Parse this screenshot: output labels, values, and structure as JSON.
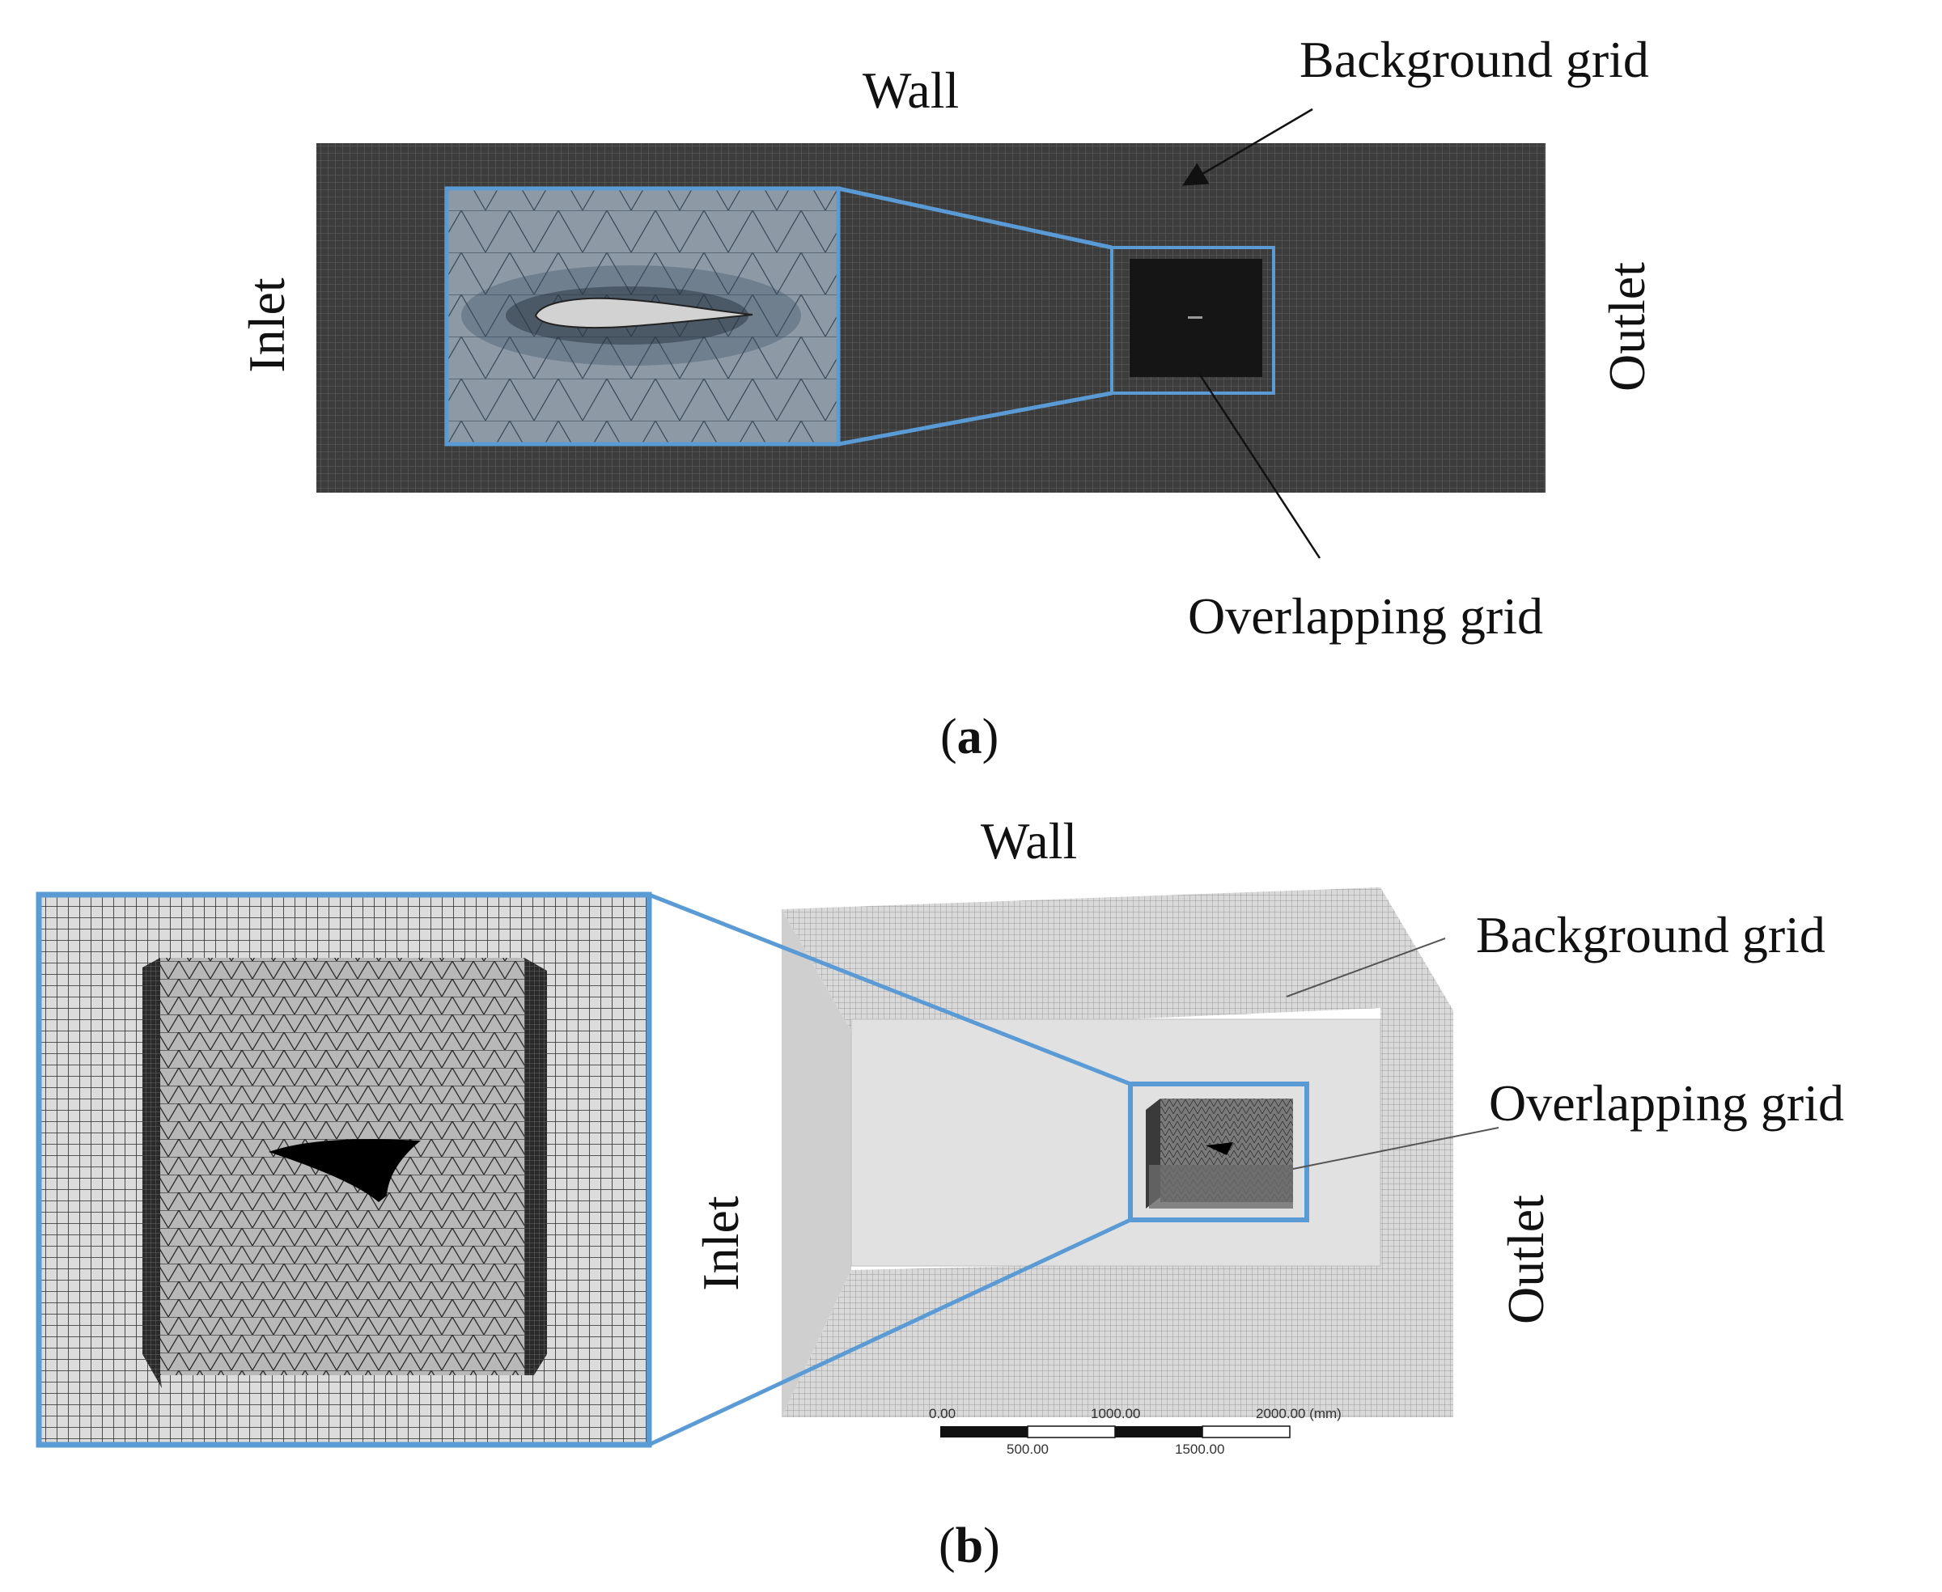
{
  "panel_a": {
    "labels": {
      "wall": "Wall",
      "inlet": "Inlet",
      "outlet": "Outlet",
      "background_grid": "Background grid",
      "overlapping_grid": "Overlapping grid"
    },
    "caption_letter": "a"
  },
  "panel_b": {
    "labels": {
      "wall": "Wall",
      "inlet": "Inlet",
      "outlet": "Outlet",
      "background_grid": "Background grid",
      "overlapping_grid": "Overlapping grid"
    },
    "scale_bar": {
      "top_ticks": [
        "0.00",
        "1000.00",
        "2000.00 (mm)"
      ],
      "bottom_ticks": [
        "500.00",
        "1500.00"
      ]
    },
    "caption_letter": "b"
  },
  "colors": {
    "zoom_frame": "#5b9bd5",
    "background_mesh_a": "#3c3c3c",
    "overlap_mesh_a": "#1b1b1b",
    "background_mesh_b": "#d6d6d6"
  }
}
